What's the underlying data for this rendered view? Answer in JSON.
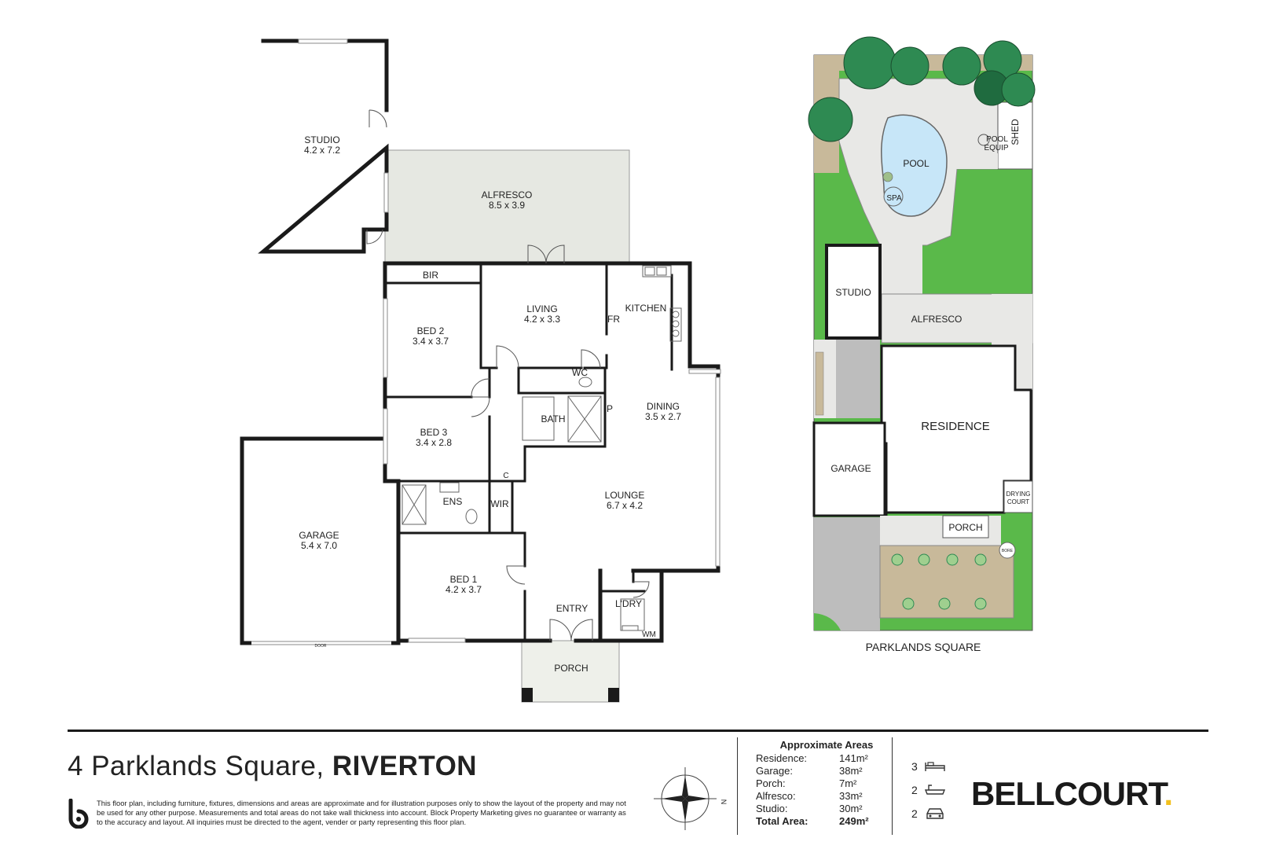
{
  "floor_plan": {
    "rooms": {
      "studio": {
        "name": "STUDIO",
        "size": "4.2 x 7.2"
      },
      "alfresco": {
        "name": "ALFRESCO",
        "size": "8.5 x 3.9"
      },
      "bir": {
        "name": "BIR"
      },
      "living": {
        "name": "LIVING",
        "size": "4.2 x 3.3"
      },
      "kitchen": {
        "name": "KITCHEN"
      },
      "fr": {
        "name": "FR"
      },
      "bed2": {
        "name": "BED 2",
        "size": "3.4 x 3.7"
      },
      "wc": {
        "name": "WC"
      },
      "bath": {
        "name": "BATH"
      },
      "pantry": {
        "name": "P"
      },
      "dining": {
        "name": "DINING",
        "size": "3.5 x 2.7"
      },
      "bed3": {
        "name": "BED 3",
        "size": "3.4 x 2.8"
      },
      "linen": {
        "name": "C"
      },
      "lounge": {
        "name": "LOUNGE",
        "size": "6.7 x 4.2"
      },
      "ens": {
        "name": "ENS"
      },
      "wir": {
        "name": "WIR"
      },
      "garage": {
        "name": "GARAGE",
        "size": "5.4 x 7.0"
      },
      "bed1": {
        "name": "BED 1",
        "size": "4.2 x 3.7"
      },
      "entry": {
        "name": "ENTRY"
      },
      "laundry": {
        "name": "L'DRY"
      },
      "wm": {
        "name": "WM"
      },
      "porch": {
        "name": "PORCH"
      },
      "door": {
        "name": "DOOR"
      }
    }
  },
  "site_plan": {
    "labels": {
      "pool": "POOL",
      "spa": "SPA",
      "pool_equip_1": "POOL",
      "pool_equip_2": "EQUIP",
      "shed": "SHED",
      "studio": "STUDIO",
      "alfresco": "ALFRESCO",
      "residence": "RESIDENCE",
      "garage": "GARAGE",
      "drying_1": "DRYING",
      "drying_2": "COURT",
      "porch": "PORCH",
      "bore": "BORE"
    },
    "street": "PARKLANDS SQUARE"
  },
  "footer": {
    "address_street": "4 Parklands Square,",
    "address_suburb": "RIVERTON",
    "disclaimer": "This floor plan, including furniture, fixtures, dimensions and areas are approximate and for illustration purposes only to show the layout of the property and may not be used for any other purpose. Measurements and total areas do not take wall thickness into account. Block Property Marketing gives no guarantee or warranty as to the accuracy and layout. All inquiries must be directed to the agent, vender or party representing this floor plan.",
    "compass_label": "N",
    "areas": {
      "heading": "Approximate Areas",
      "rows": [
        {
          "label": "Residence:",
          "value": "141m²"
        },
        {
          "label": "Garage:",
          "value": "38m²"
        },
        {
          "label": "Porch:",
          "value": "7m²"
        },
        {
          "label": "Alfresco:",
          "value": "33m²"
        },
        {
          "label": "Studio:",
          "value": "30m²"
        }
      ],
      "total_label": "Total Area:",
      "total_value": "249m²"
    },
    "features": [
      {
        "count": "3",
        "icon": "bed-icon"
      },
      {
        "count": "2",
        "icon": "bath-icon"
      },
      {
        "count": "2",
        "icon": "car-icon"
      }
    ],
    "brand": "BELLCOURT",
    "brand_dot": "."
  },
  "colors": {
    "wall": "#1a1a1a",
    "alfresco_fill": "#e6e8e2",
    "lawn": "#5ab94a",
    "hedge": "#c8b99a",
    "paving": "#e8e8e6",
    "driveway": "#bdbdbd",
    "tree_dark": "#1f6b3f",
    "tree_mid": "#2e8a52",
    "pool_water": "#c7e6f8",
    "brand_dot": "#f2c01e"
  }
}
